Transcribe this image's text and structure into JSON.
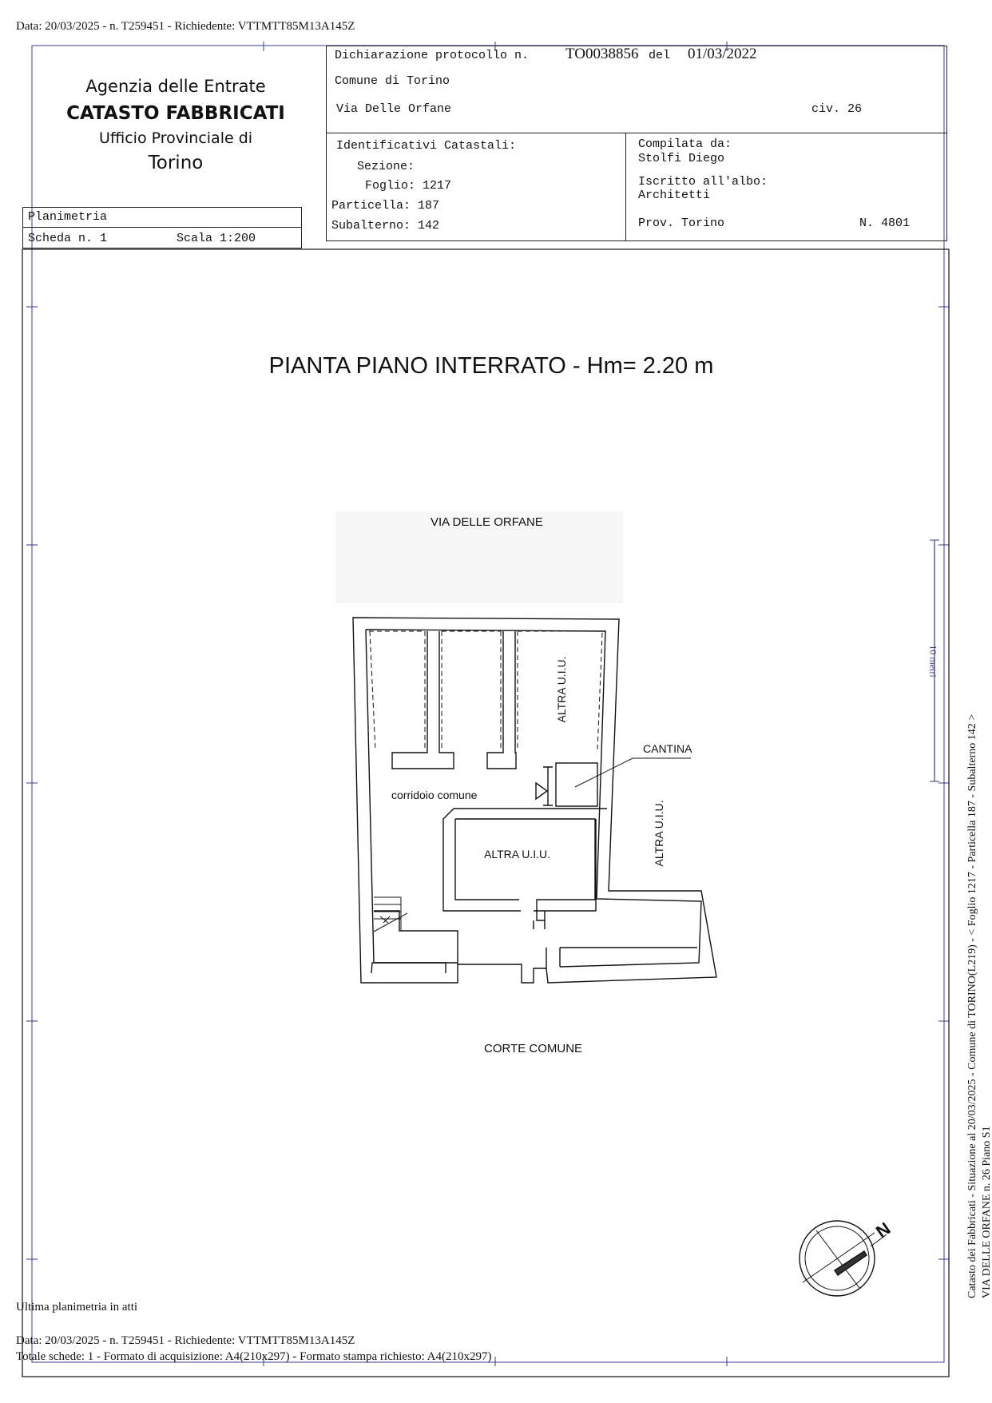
{
  "header": {
    "top_line": "Data: 20/03/2025 - n. T259451 - Richiedente: VTTMTT85M13A145Z"
  },
  "agency": {
    "line1": "Agenzia delle Entrate",
    "line2": "CATASTO FABBRICATI",
    "line3": "Ufficio Provinciale di",
    "line4": "Torino"
  },
  "declaration": {
    "label": "Dichiarazione protocollo n.",
    "number": "TO0038856",
    "del_label": "del",
    "date": "01/03/2022",
    "comune": "Comune di Torino",
    "via": "Via Delle Orfane",
    "civ": "civ. 26"
  },
  "identifiers": {
    "title": "Identificativi Catastali:",
    "sezione": "Sezione:",
    "foglio": "Foglio: 1217",
    "particella": "Particella: 187",
    "subalterno": "Subalterno: 142"
  },
  "compiler": {
    "label": "Compilata da:",
    "name": "Stolfi Diego",
    "albo_label": "Iscritto all'albo:",
    "albo": "Architetti",
    "prov": "Prov. Torino",
    "number": "N. 4801"
  },
  "sheet": {
    "type": "Planimetria",
    "scheda": "Scheda n. 1",
    "scala": "Scala 1:200"
  },
  "plan": {
    "title": "PIANTA PIANO INTERRATO - Hm= 2.20 m",
    "street_top": "VIA DELLE ORFANE",
    "altra_uiu_vertical_top": "ALTRA U.I.U.",
    "cantina": "CANTINA",
    "corridoio": "corridoio comune",
    "altra_uiu_center": "ALTRA U.I.U.",
    "altra_uiu_vertical_right": "ALTRA U.I.U.",
    "corte": "CORTE COMUNE",
    "north": "N"
  },
  "side": {
    "line1": "Catasto dei Fabbricati - Situazione al 20/03/2025 - Comune di TORINO(L219) - < Foglio 1217 - Particella 187 - Subalterno 142 >",
    "line2": "VIA DELLE ORFANE n. 26 Piano S1",
    "scale_mark": "10 metri"
  },
  "footer": {
    "ultima": "Ultima planimetria in atti",
    "data_line": "Data: 20/03/2025 - n. T259451 - Richiedente: VTTMTT85M13A145Z",
    "totale_line": "Totale schede: 1 - Formato di acquisizione: A4(210x297)  - Formato stampa richiesto: A4(210x297)"
  }
}
